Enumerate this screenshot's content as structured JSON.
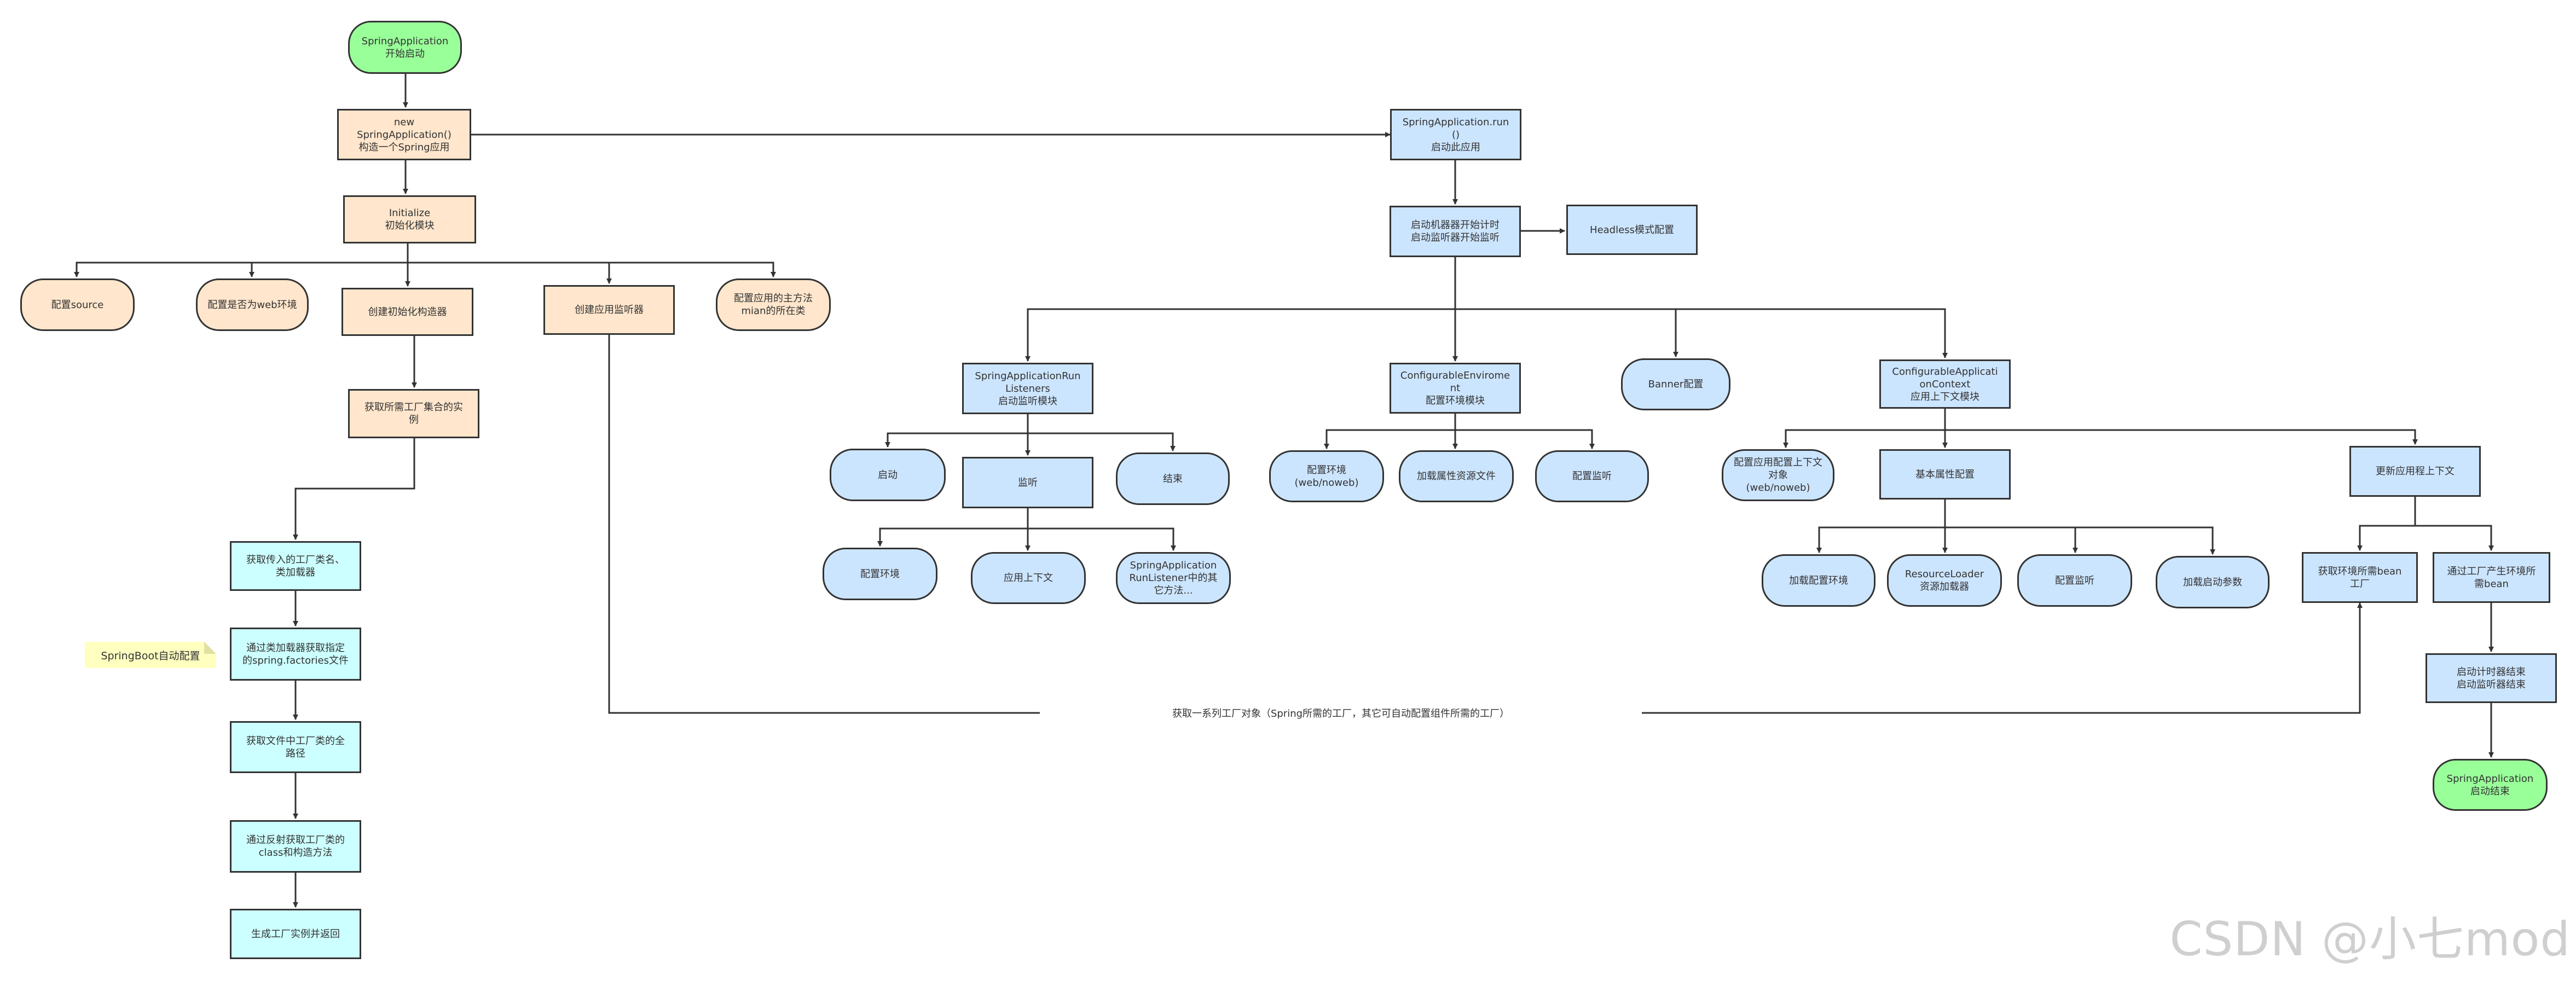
{
  "diagram": {
    "nodes": {
      "start": "SpringApplication\n开始启动",
      "new_app": "new\nSpringApplication()\n构造一个Spring应用",
      "initialize": "Initialize\n初始化模块",
      "config_source": "配置source",
      "config_web": "配置是否为web环境",
      "create_initializer": "创建初始化构造器",
      "create_listener": "创建应用监听器",
      "config_main": "配置应用的主方法\nmian的所在类",
      "get_factory_instances": "获取所需工厂集合的实\n例",
      "get_factory_names": "获取传入的工厂类名、\n类加载器",
      "load_factories_file": "通过类加载器获取指定\n的spring.factories文件",
      "get_factory_paths": "获取文件中工厂类的全\n路径",
      "reflect_factory": "通过反射获取工厂类的\nclass和构造方法",
      "create_factory_instance": "生成工厂实例并返回",
      "run": "SpringApplication.run\n()\n启动此应用",
      "start_timer": "启动机器器开始计时\n启动监听器开始监听",
      "headless": "Headless模式配置",
      "run_listeners": "SpringApplicationRun\nListeners\n启动监听模块",
      "listener_start": "启动",
      "listener_listen": "监听",
      "listener_end": "结束",
      "config_env": "配置环境",
      "app_context": "应用上下文",
      "listener_other_methods": "SpringApplication\nRunListener中的其\n它方法...",
      "configurable_env": "ConfigurableEnvirome\nnt\n配置环境模块",
      "env_web": "配置环境\n(web/noweb)",
      "load_property_files": "加载属性资源文件",
      "env_listen": "配置监听",
      "banner": "Banner配置",
      "configurable_context": "ConfigurableApplicati\nonContext\n应用上下文模块",
      "context_object": "配置应用配置上下文\n对象\n(web/noweb)",
      "basic_props": "基本属性配置",
      "refresh_context": "更新应用程上下文",
      "load_env": "加载配置环境",
      "resource_loader": "ResourceLoader\n资源加载器",
      "ctx_listen": "配置监听",
      "load_start_args": "加载启动参数",
      "get_env_bean_factory": "获取环境所需bean\n工厂",
      "factory_create_bean": "通过工厂产生环境所\n需bean",
      "end_timer": "启动计时器结束\n启动监听器结束",
      "end": "SpringApplication\n启动结束"
    },
    "note": "SpringBoot自动配置",
    "edge_label": "获取一系列工厂对象（Spring所需的工厂，其它可自动配置组件所需的工厂）"
  },
  "watermark": "CSDN @小七mod",
  "colors": {
    "orange": "#ffe6cc",
    "blue": "#cce5ff",
    "cyan": "#ccffff",
    "green": "#99ff99",
    "note": "#ffffc0",
    "stroke": "#333333"
  }
}
